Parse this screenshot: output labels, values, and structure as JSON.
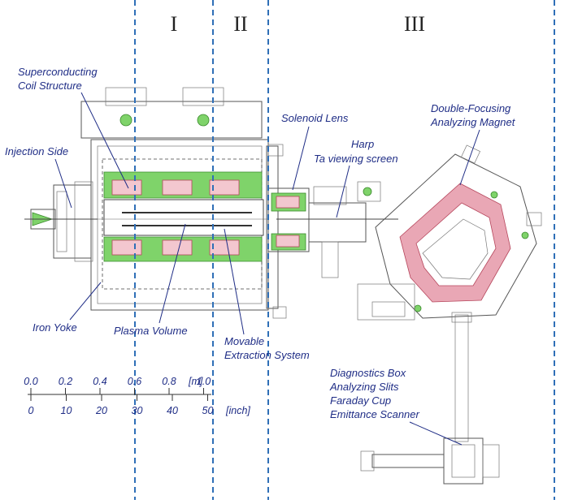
{
  "regions": [
    "I",
    "II",
    "III"
  ],
  "labels": {
    "superconducting": [
      "Superconducting",
      "Coil Structure"
    ],
    "injection_side": "Injection Side",
    "iron_yoke": "Iron Yoke",
    "plasma_volume": "Plasma Volume",
    "extraction": [
      "Movable",
      "Extraction System"
    ],
    "solenoid_lens": "Solenoid Lens",
    "harp": [
      "Harp",
      "Ta viewing screen"
    ],
    "magnet": [
      "Double-Focusing",
      "Analyzing Magnet"
    ],
    "diagnostics": [
      "Diagnostics Box",
      "Analyzing Slits",
      "Faraday Cup",
      "Emittance Scanner"
    ]
  },
  "scale": {
    "meter_ticks": [
      "0.0",
      "0.2",
      "0.4",
      "0.6",
      "0.8",
      "1.0"
    ],
    "meter_unit": "[m]",
    "inch_ticks": [
      "0",
      "10",
      "20",
      "30",
      "40",
      "50"
    ],
    "inch_unit": "[inch]"
  },
  "colors": {
    "label": "#1f2d86",
    "divider": "#2f6fb7",
    "coil_green": "#7fd36a",
    "coil_pink": "#e9a7b5"
  }
}
